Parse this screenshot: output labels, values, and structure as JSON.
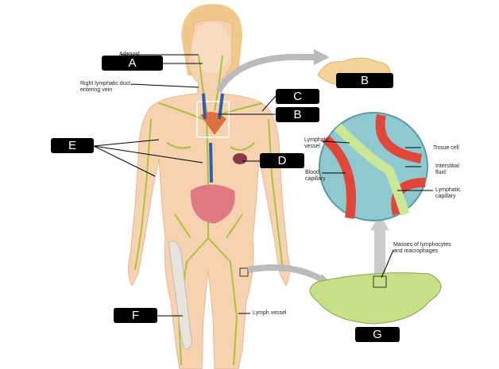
{
  "labels": {
    "A": "A",
    "B_top": "B",
    "C": "C",
    "B": "B",
    "E": "E",
    "D": "D",
    "F": "F",
    "G": "G"
  },
  "annotations": {
    "adenoid": "Adenoid",
    "right_duct_1": "Right lymphatic duct,",
    "right_duct_2": "entering vein",
    "lymphatic_vessel_1": "Lymphatic",
    "lymphatic_vessel_2": "vessel",
    "blood_capillary_1": "Blood",
    "blood_capillary_2": "capillary",
    "tissue_cell": "Tissue cell",
    "interstitial_1": "Interstitial",
    "interstitial_2": "fluid",
    "lymph_cap_1": "Lymphatic",
    "lymph_cap_2": "capillary",
    "masses_1": "Masses of lymphocytes",
    "masses_2": "and macrophages",
    "lymph_vessel": "Lymph vessel"
  },
  "colors": {
    "skin": "#f6d2b0",
    "lymph": "#a9c23a",
    "blood": "#e0463a",
    "fluid": "#8ec9cf",
    "node": "#c8df88"
  }
}
